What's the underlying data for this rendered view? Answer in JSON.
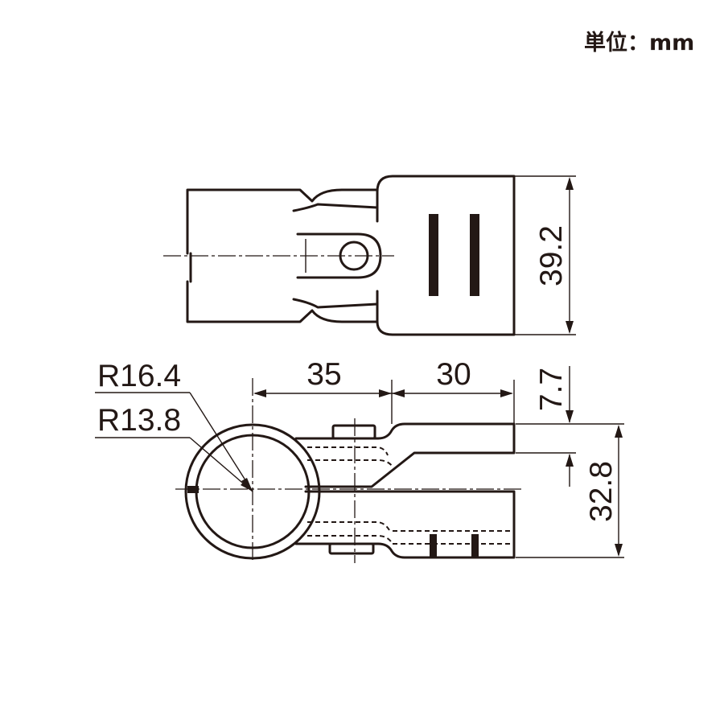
{
  "units_label": "単位：mm",
  "dimensions": {
    "overall_height": "39.2",
    "length_clamp_section": "35",
    "length_flat_section": "30",
    "slot_width": "7.7",
    "side_height": "32.8",
    "outer_radius": "R16.4",
    "inner_radius": "R13.8"
  },
  "colors": {
    "line": "#231815",
    "background": "#ffffff"
  }
}
